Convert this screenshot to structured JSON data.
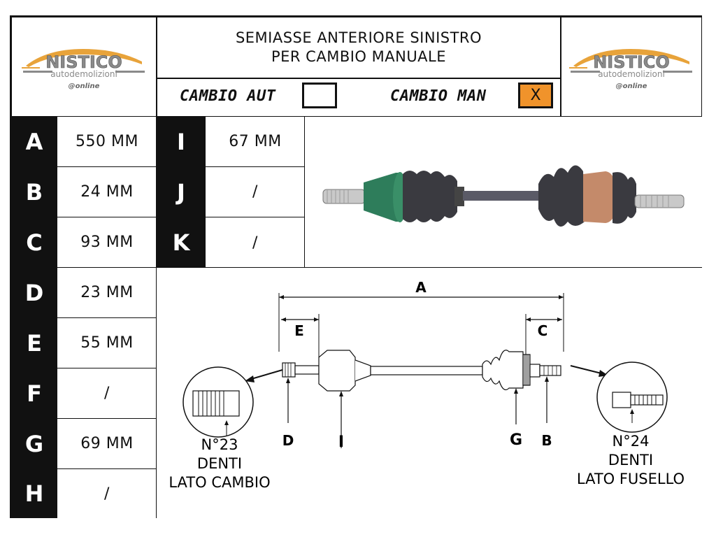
{
  "brand": {
    "name": "NISTICO",
    "tagline": "autodemolizioni",
    "online": "@online",
    "color_gold": "#e8a33a",
    "color_gray": "#8a8a8a"
  },
  "title": {
    "line1": "SEMIASSE ANTERIORE SINISTRO",
    "line2": "PER CAMBIO MANUALE"
  },
  "gearbox": {
    "automatic_label": "CAMBIO AUT",
    "automatic_mark": "",
    "manual_label": "CAMBIO MAN",
    "manual_mark": "X",
    "highlight_color": "#f0932b"
  },
  "measurements_left": [
    {
      "letter": "A",
      "value": "550 MM"
    },
    {
      "letter": "B",
      "value": "24 MM"
    },
    {
      "letter": "C",
      "value": "93 MM"
    },
    {
      "letter": "D",
      "value": "23 MM"
    },
    {
      "letter": "E",
      "value": "55 MM"
    },
    {
      "letter": "F",
      "value": "/"
    },
    {
      "letter": "G",
      "value": "69 MM"
    },
    {
      "letter": "H",
      "value": "/"
    }
  ],
  "measurements_mid": [
    {
      "letter": "I",
      "value": "67 MM"
    },
    {
      "letter": "J",
      "value": "/"
    },
    {
      "letter": "K",
      "value": "/"
    }
  ],
  "diagram": {
    "labels": {
      "A": "A",
      "E": "E",
      "C": "C",
      "D": "D",
      "I": "I",
      "G": "G",
      "B": "B"
    },
    "left_spline": {
      "line1": "N°23",
      "line2": "DENTI",
      "line3": "LATO CAMBIO"
    },
    "right_spline": {
      "line1": "N°24",
      "line2": "DENTI",
      "line3": "LATO FUSELLO"
    }
  },
  "photo": {
    "boot_color": "#2e7d5b",
    "joint_color": "#c48a6a",
    "shaft_color": "#5a5a66"
  }
}
